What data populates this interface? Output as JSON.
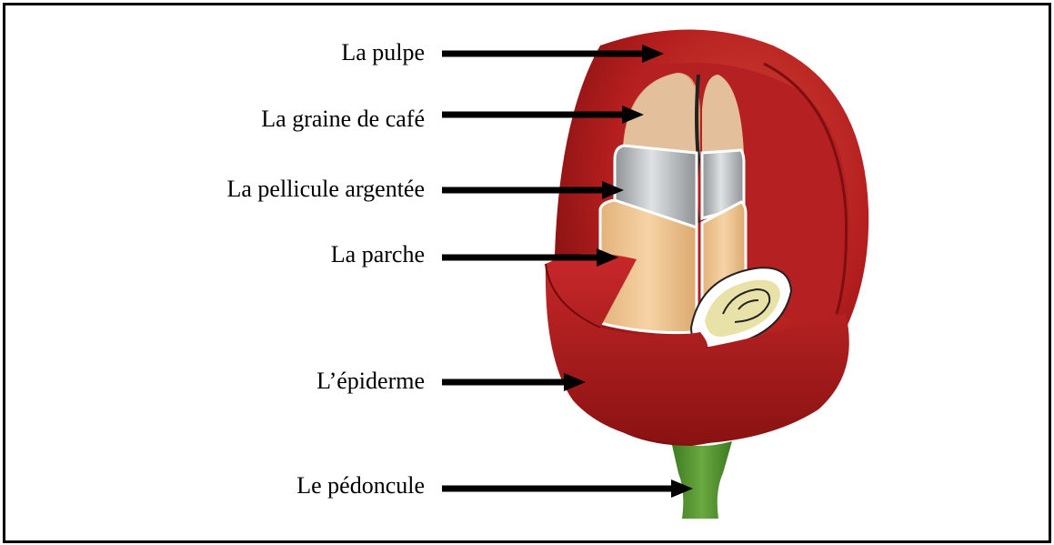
{
  "labels": [
    {
      "id": "pulp",
      "text": "La pulpe"
    },
    {
      "id": "bean",
      "text": "La graine de café"
    },
    {
      "id": "silverskin",
      "text": "La pellicule argentée"
    },
    {
      "id": "parchment",
      "text": "La parche"
    },
    {
      "id": "epidermis",
      "text": "L’épiderme"
    },
    {
      "id": "peduncle",
      "text": "Le pédoncule"
    }
  ],
  "colors": {
    "pulp": "#b41e1e",
    "pulp_dark": "#8e1212",
    "bean": "#e3bf9c",
    "silverskin": "#9ea3a6",
    "parchment": "#efc48f",
    "peduncle": "#4c8a2c",
    "arrow": "#000000"
  }
}
